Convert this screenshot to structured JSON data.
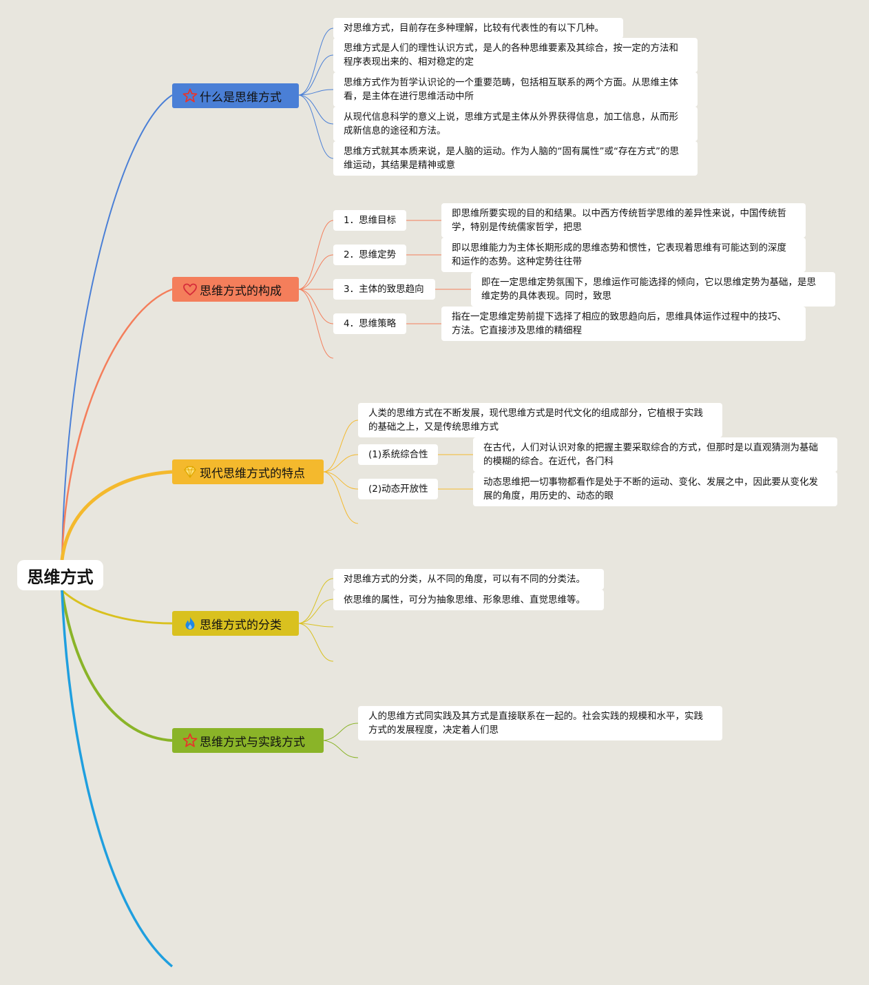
{
  "root": {
    "label": "思维方式"
  },
  "colors": {
    "b1": "#4a7fd6",
    "b2": "#f47e5b",
    "b3": "#f4b92d",
    "b4": "#d9c11f",
    "b5": "#8ab428",
    "tail": "#1f9fdf"
  },
  "branches": [
    {
      "label": "什么是思维方式",
      "icon": "star-icon",
      "items": [
        "对思维方式，目前存在多种理解，比较有代表性的有以下几种。",
        "思维方式是人们的理性认识方式，是人的各种思维要素及其综合，按一定的方法和程序表现出来的、相对稳定的定",
        "思维方式作为哲学认识论的一个重要范畴，包括相互联系的两个方面。从思维主体看，是主体在进行思维活动中所",
        "从现代信息科学的意义上说，思维方式是主体从外界获得信息，加工信息，从而形成新信息的途径和方法。",
        "思维方式就其本质来说，是人脑的运动。作为人脑的“固有属性”或“存在方式”的思维运动，其结果是精神或意"
      ]
    },
    {
      "label": "思维方式的构成",
      "icon": "heart-icon",
      "items": [
        {
          "label": "1．思维目标",
          "detail": "即思维所要实现的目的和结果。以中西方传统哲学思维的差异性来说，中国传统哲学，特别是传统儒家哲学，把思"
        },
        {
          "label": "2．思维定势",
          "detail": "即以思维能力为主体长期形成的思维态势和惯性，它表现着思维有可能达到的深度和运作的态势。这种定势往往带"
        },
        {
          "label": "3．主体的致思趋向",
          "detail": "即在一定思维定势氛围下，思维运作可能选择的倾向，它以思维定势为基础，是思维定势的具体表现。同时，致思"
        },
        {
          "label": "4．思维策略",
          "detail": "指在一定思维定势前提下选择了相应的致思趋向后，思维具体运作过程中的技巧、方法。它直接涉及思维的精细程"
        }
      ]
    },
    {
      "label": "现代思维方式的特点",
      "icon": "diamond-icon",
      "items": [
        "人类的思维方式在不断发展，现代思维方式是时代文化的组成部分，它植根于实践的基础之上，又是传统思维方式",
        {
          "label": "(1)系统综合性",
          "detail": "在古代，人们对认识对象的把握主要采取综合的方式，但那时是以直观猜测为基础的模糊的综合。在近代，各门科"
        },
        {
          "label": "(2)动态开放性",
          "detail": "动态思维把一切事物都看作是处于不断的运动、变化、发展之中，因此要从变化发展的角度，用历史的、动态的眼"
        }
      ]
    },
    {
      "label": "思维方式的分类",
      "icon": "fire-icon",
      "items": [
        "对思维方式的分类，从不同的角度，可以有不同的分类法。",
        "依思维的属性，可分为抽象思维、形象思维、直觉思维等。"
      ]
    },
    {
      "label": "思维方式与实践方式",
      "icon": "star-icon",
      "items": [
        "人的思维方式同实践及其方式是直接联系在一起的。社会实践的规模和水平，实践方式的发展程度，决定着人们思"
      ]
    }
  ]
}
